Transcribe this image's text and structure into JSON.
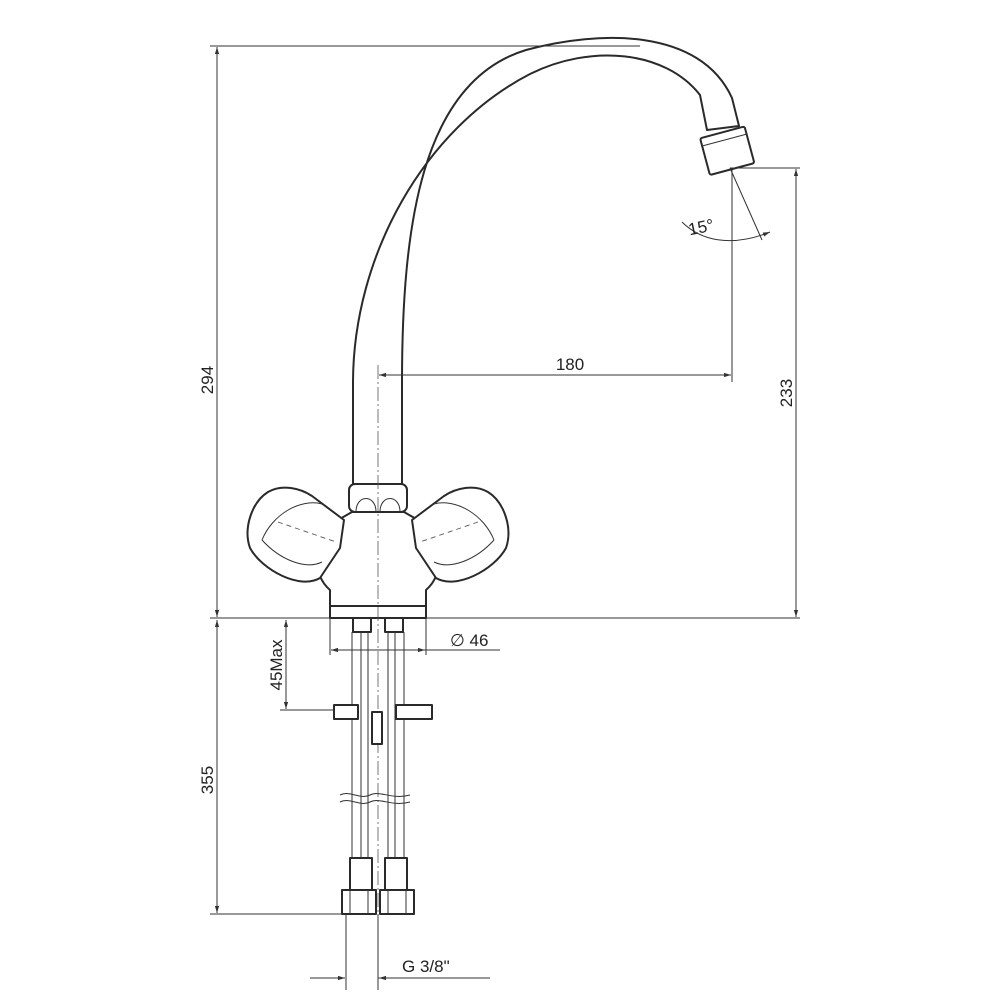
{
  "drawing": {
    "subject": "faucet",
    "dimensions": {
      "total_height": "294",
      "spout_height": "233",
      "spout_reach": "180",
      "base_diameter": "∅ 46",
      "max_mount_thickness": "45Max",
      "hose_length": "355",
      "thread": "G 3/8\"",
      "outlet_angle": "15°"
    }
  }
}
